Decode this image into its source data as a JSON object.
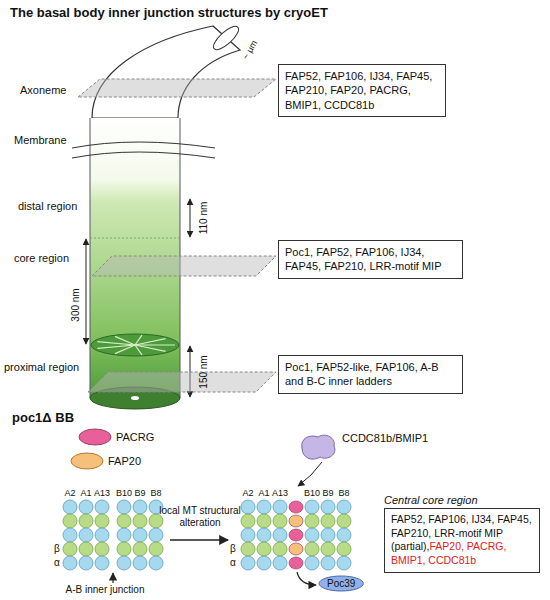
{
  "diagram": {
    "title": "The basal body inner junction structures by cryoET",
    "nodes": [
      {
        "text": [
          "FAP52, FAP106, IJ34, FAP45, FAP210, FAP20, PACRG, BMIP1, CCDC81b"
        ]
      },
      {
        "text": [
          "Poc1, FAP52, FAP106, IJ34, FAP45, FAP210, LRR-motif MIP"
        ]
      },
      {
        "text": [
          "Poc1, FAP52-like, FAP106, A-B and B-C inner ladders"
        ]
      },
      {
        "text": [
          "PACRG"
        ]
      },
      {
        "text": [
          "FAP20"
        ]
      },
      {
        "text": [
          "CCDC81b/BMIP1"
        ]
      },
      {
        "text": [
          "Central core region",
          "FAP52, FAP106, IJ34, FAP45, FAP210, LRR-motif MIP (partial),",
          "FAP20, PACRG, BMIP1, CCDC81b"
        ]
      },
      {
        "text": [
          "Poc39"
        ]
      }
    ],
    "labels": [
      "~ μm",
      "Axoneme",
      "Membrane",
      "distal region",
      "110 nm",
      "core region",
      "300 nm",
      "proximal region",
      "150 nm",
      "poc1Δ BB",
      "A2",
      "A1",
      "A13",
      "B10",
      "B9",
      "B8",
      "β",
      "α",
      "A-B inner junction",
      "local MT structural alteration",
      "A2",
      "A1",
      "A13",
      "B10",
      "B9",
      "B8",
      "β",
      "α"
    ]
  }
}
